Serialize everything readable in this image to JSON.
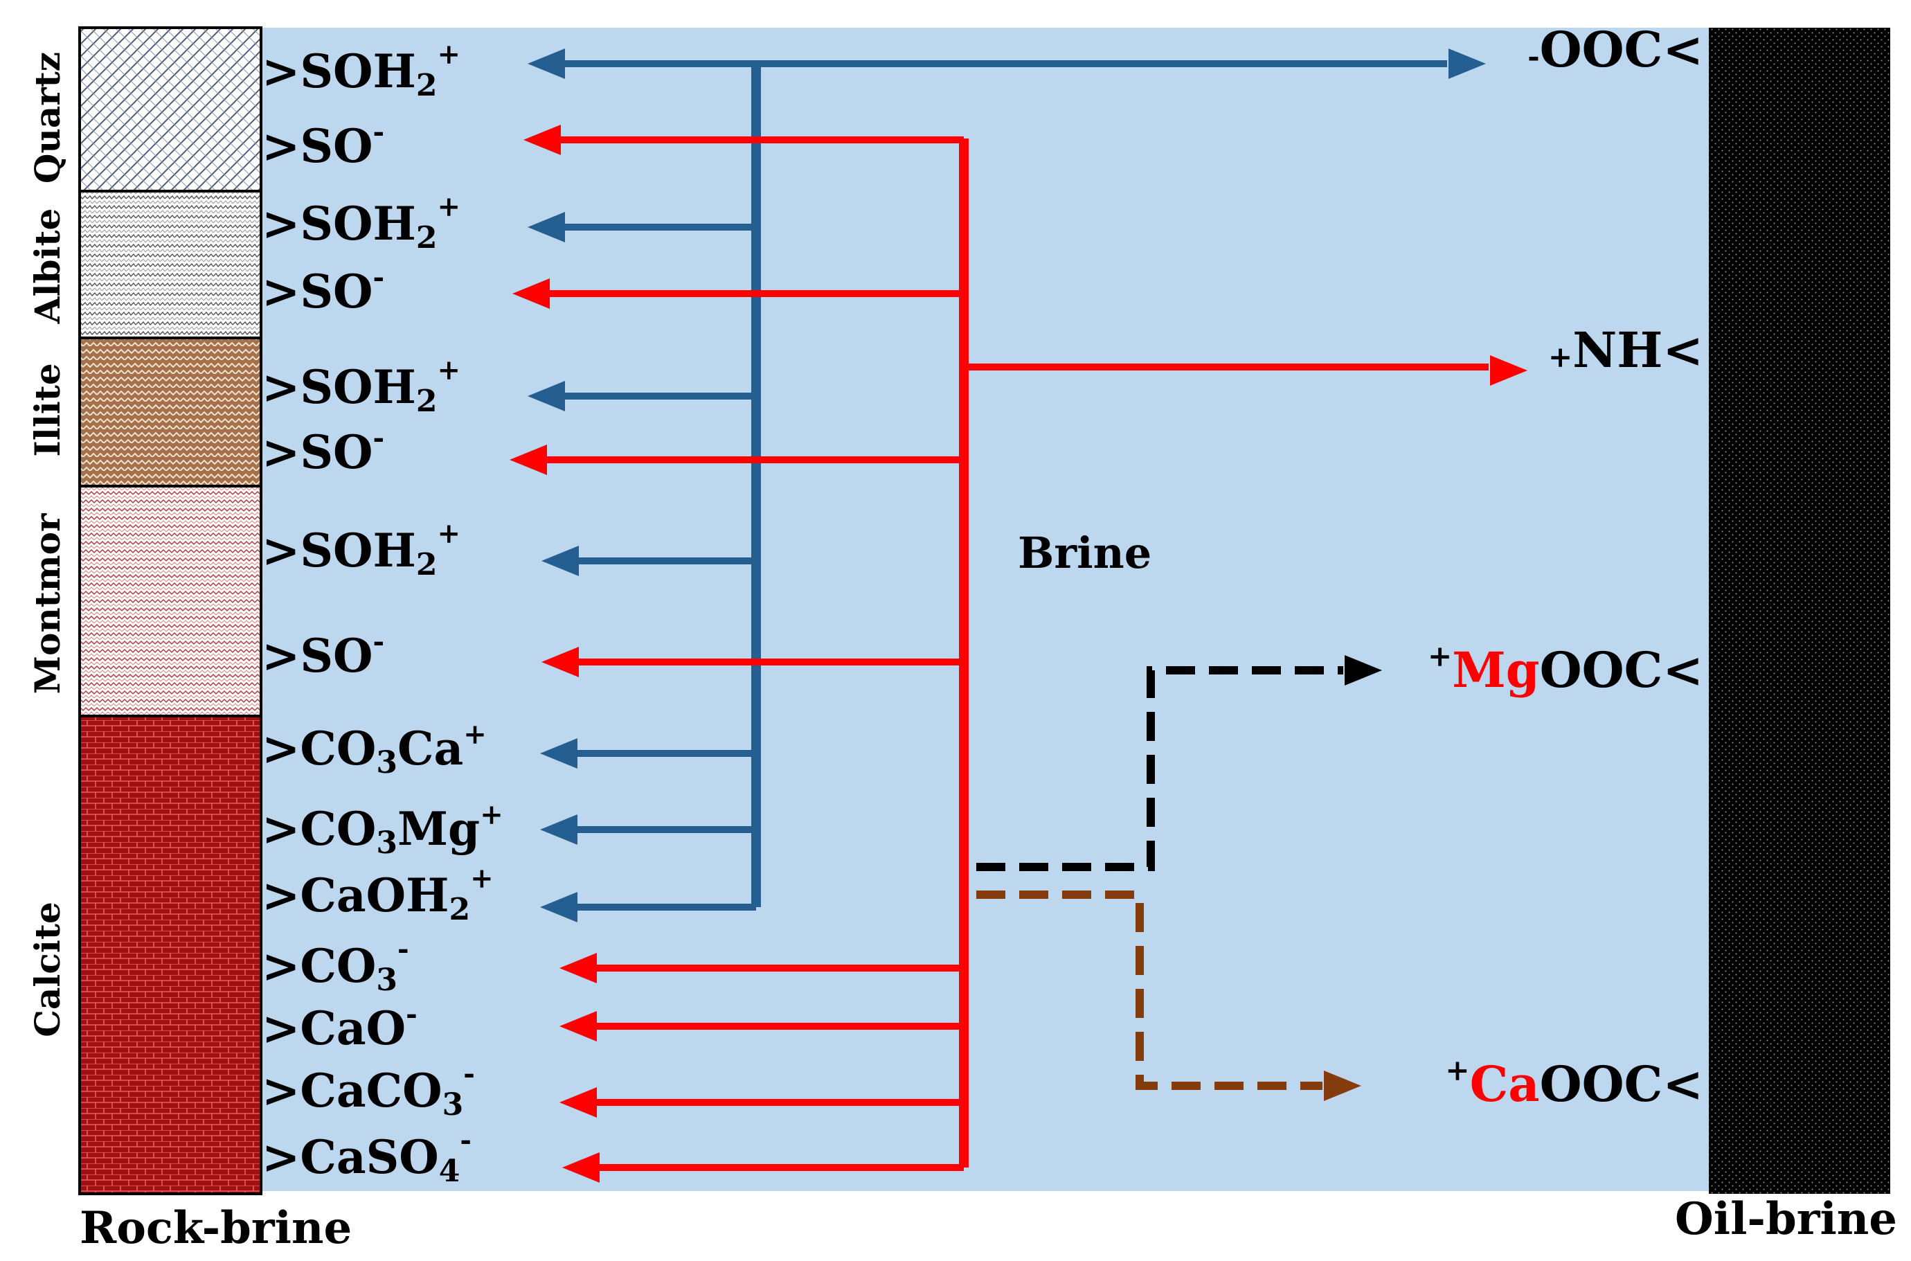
{
  "minerals": [
    {
      "name": "Quartz"
    },
    {
      "name": "Albite"
    },
    {
      "name": "Illite"
    },
    {
      "name": "Montmor"
    },
    {
      "name": "Calcite"
    }
  ],
  "surface_sites": [
    {
      "prefix": ">",
      "main": "SOH",
      "sub": "2",
      "sup": "+",
      "tail": ""
    },
    {
      "prefix": ">",
      "main": "SO",
      "sub": "",
      "sup": "-",
      "tail": ""
    },
    {
      "prefix": ">",
      "main": "SOH",
      "sub": "2",
      "sup": "+",
      "tail": ""
    },
    {
      "prefix": ">",
      "main": "SO",
      "sub": "",
      "sup": "-",
      "tail": ""
    },
    {
      "prefix": ">",
      "main": "SOH",
      "sub": "2",
      "sup": "+",
      "tail": ""
    },
    {
      "prefix": ">",
      "main": "SO",
      "sub": "",
      "sup": "-",
      "tail": ""
    },
    {
      "prefix": ">",
      "main": "SOH",
      "sub": "2",
      "sup": "+",
      "tail": ""
    },
    {
      "prefix": ">",
      "main": "SO",
      "sub": "",
      "sup": "-",
      "tail": ""
    },
    {
      "prefix": ">",
      "main": "CO",
      "sub": "3",
      "sup": "+",
      "tail": "Ca"
    },
    {
      "prefix": ">",
      "main": "CO",
      "sub": "3",
      "sup": "+",
      "tail": "Mg"
    },
    {
      "prefix": ">",
      "main": "CaOH",
      "sub": "2",
      "sup": "+",
      "tail": ""
    },
    {
      "prefix": ">",
      "main": "CO",
      "sub": "3",
      "sup": "-",
      "tail": ""
    },
    {
      "prefix": ">",
      "main": "CaO",
      "sub": "",
      "sup": "-",
      "tail": ""
    },
    {
      "prefix": ">",
      "main": "CaCO",
      "sub": "3",
      "sup": "-",
      "tail": ""
    },
    {
      "prefix": ">",
      "main": "CaSO",
      "sub": "4",
      "sup": "-",
      "tail": ""
    }
  ],
  "oil_sites": [
    {
      "sup": "-",
      "colored": "",
      "rest": "OOC<"
    },
    {
      "sup": "+",
      "colored": "",
      "rest": "NH<"
    },
    {
      "sup": "+",
      "colored": "Mg",
      "rest": "OOC<"
    },
    {
      "sup": "+",
      "colored": "Ca",
      "rest": "OOC<"
    }
  ],
  "labels": {
    "brine": "Brine",
    "rock_brine": "Rock-brine",
    "oil_brine": "Oil-brine"
  },
  "colors": {
    "brine_bg": "#bdd7ee",
    "blue_arrow": "#255e91",
    "red_arrow": "#ff0000",
    "black_dashed": "#000000",
    "brown_dashed": "#843c0c",
    "calcite": "#a01010",
    "illite": "#a5714a",
    "oil": "#000000"
  }
}
